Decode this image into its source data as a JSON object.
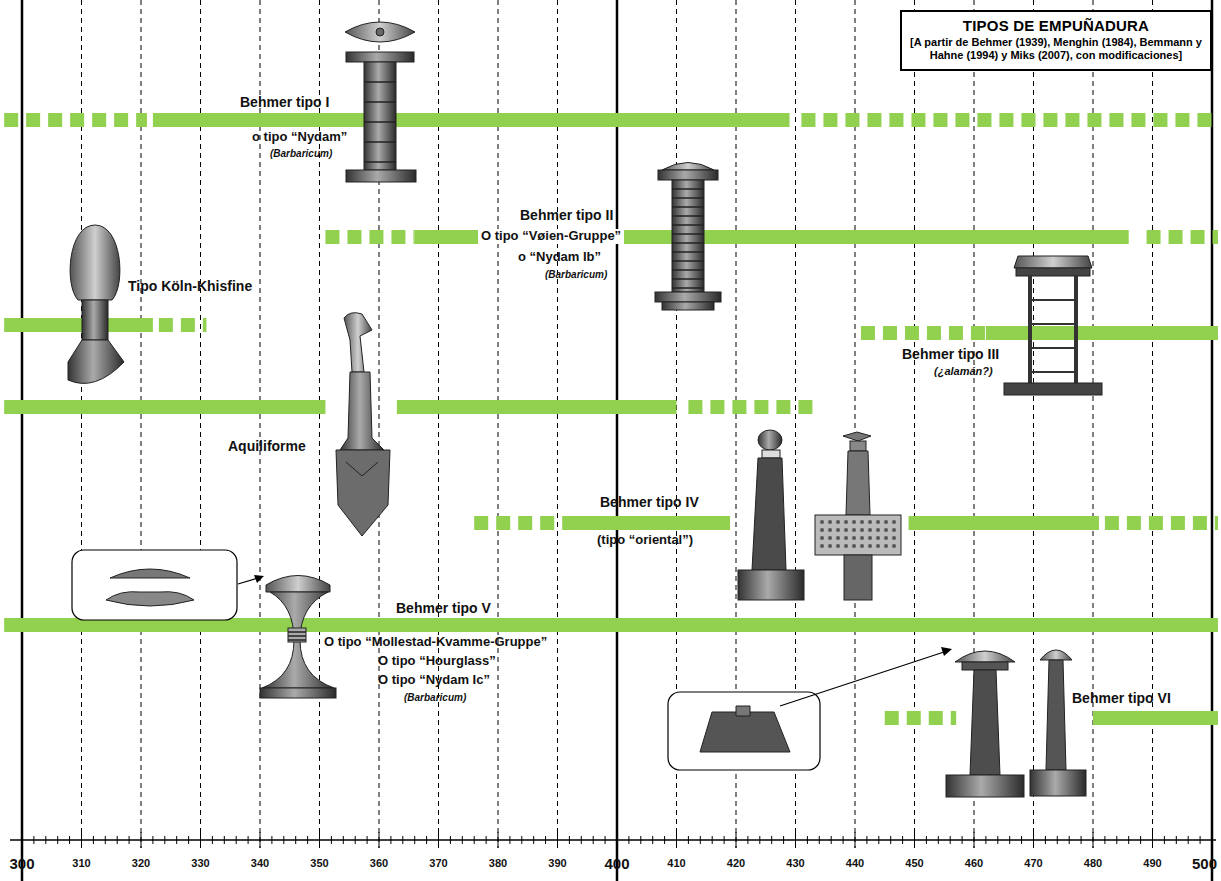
{
  "diagram": {
    "nodes": [
      {
        "text": [
          "TIPOS DE EMPUÑADURA",
          "[A partir de Behmer (1939), Menghin (1984), Bemmann y Hahne (1994) y Miks (2007), con modificaciones]"
        ]
      }
    ],
    "labels": [
      "Behmer tipo I",
      "o tipo “Nydam”",
      "(Barbaricum)",
      "Behmer tipo II",
      "O tipo “Vøien-Gruppe”",
      "o “Nydam Ib”",
      "(Barbaricum)",
      "Tipo Köln-Khisfine",
      "Behmer tipo III",
      "(¿alamán?)",
      "Aquiliforme",
      "Behmer tipo IV",
      "(tipo “oriental”)",
      "Behmer tipo V",
      "O tipo “Mollestad-Kvamme-Gruppe”",
      "O tipo “Hourglass”",
      "O tipo “Nydam Ic”",
      "(Barbaricum)",
      "Behmer tipo VI",
      "300",
      "310",
      "320",
      "330",
      "340",
      "350",
      "360",
      "370",
      "380",
      "390",
      "400",
      "410",
      "420",
      "430",
      "440",
      "450",
      "460",
      "470",
      "480",
      "490",
      "500"
    ]
  }
}
